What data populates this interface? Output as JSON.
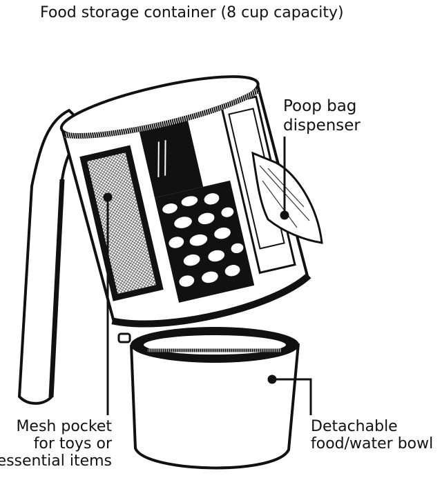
{
  "title": "Food storage container (8 cup capacity)",
  "callouts": {
    "poop_bag": [
      "Poop bag",
      "dispenser"
    ],
    "mesh_pocket": [
      "Mesh pocket",
      "for toys or",
      "essential items"
    ],
    "bowl": [
      "Detachable",
      "food/water bowl"
    ]
  },
  "colors": {
    "ink": "#111111",
    "paper": "#ffffff",
    "mesh": "#9a9a9a"
  }
}
